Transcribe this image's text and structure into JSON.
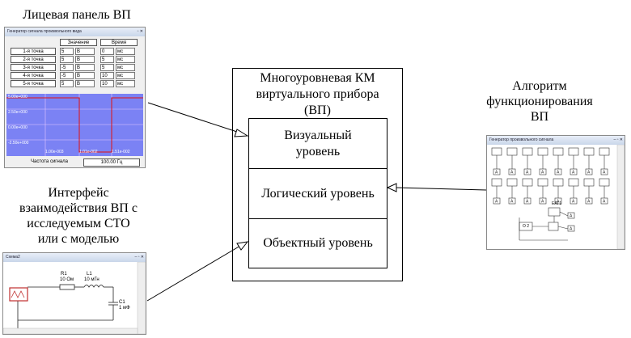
{
  "labels": {
    "front_panel": "Лицевая панель ВП",
    "interface_l1": "Интерфейс",
    "interface_l2": "взаимодействия ВП с",
    "interface_l3": "исследуемым СТО",
    "interface_l4": "или с моделью",
    "algorithm_l1": "Алгоритм",
    "algorithm_l2": "функционирования",
    "algorithm_l3": "ВП"
  },
  "km": {
    "title_l1": "Многоуровневая КМ",
    "title_l2": "виртуального прибора",
    "title_l3": "(ВП)",
    "levels": [
      {
        "l1": "Визуальный",
        "l2": "уровень"
      },
      {
        "l1": "Логический уровень",
        "l2": ""
      },
      {
        "l1": "Объектный уровень",
        "l2": ""
      }
    ]
  },
  "front_window": {
    "title": "Генератор сигнала произвольного вида",
    "col_value": "Значение",
    "col_time": "Время",
    "rows": [
      {
        "label": "1-я точка",
        "value": "5",
        "unit": "В",
        "time": "0",
        "tunit": "мс"
      },
      {
        "label": "2-я точка",
        "value": "5",
        "unit": "В",
        "time": "5",
        "tunit": "мс"
      },
      {
        "label": "3-я точка",
        "value": "-5",
        "unit": "В",
        "time": "5",
        "tunit": "мс"
      },
      {
        "label": "4-я точка",
        "value": "-5",
        "unit": "В",
        "time": "10",
        "tunit": "мс"
      },
      {
        "label": "5-я точка",
        "value": "5",
        "unit": "В",
        "time": "10",
        "tunit": "мс"
      }
    ],
    "y_labels": [
      "5.00e+000",
      "2.50e+000",
      "0.00e+000",
      "-2.50e+000"
    ],
    "x_labels": [
      "1.00e-003",
      "1.01e-002",
      "1.51e-002"
    ],
    "freq_label": "Частота сигнала",
    "freq_value": "100.00 Гц"
  },
  "circuit_window": {
    "title": "Схема2",
    "r_name": "R1",
    "r_value": "10 Ом",
    "l_name": "L1",
    "l_value": "10 мГн",
    "c_name": "C1",
    "c_value": "1 мФ"
  },
  "algo_window": {
    "title": "Генератор произвольного сигнала",
    "block_letter": "A",
    "node_label": "EAT1",
    "sw_label": "O 2"
  }
}
